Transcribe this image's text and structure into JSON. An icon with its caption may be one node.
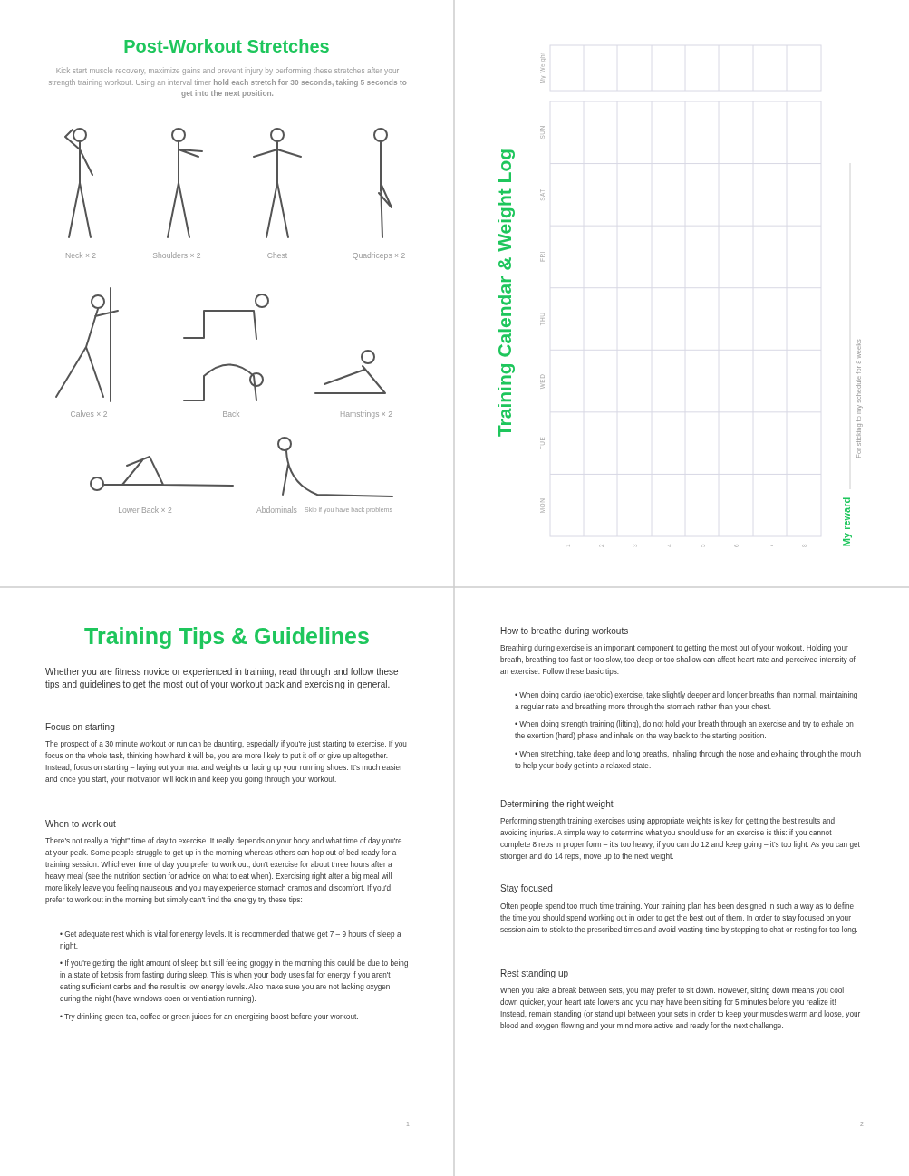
{
  "diagram": {
    "labels": [
      "Post-Workout Stretches",
      "Kick start muscle recovery, maximize gains and prevent injury by performing these stretches after your strength training workout. Using an interval timer **hold each stretch for 30 seconds, taking 5 seconds to get into the next position.**",
      "Neck × 2",
      "Shoulders × 2",
      "Chest",
      "Quadriceps × 2",
      "Calves × 2",
      "Back",
      "Hamstrings × 2",
      "Lower Back × 2",
      "Abdominals",
      "Skip if you have back problems",
      "Training Calendar & Weight Log",
      "My Weight",
      "SUN",
      "SAT",
      "FRI",
      "THU",
      "WED",
      "TUE",
      "MON",
      "1",
      "2",
      "3",
      "4",
      "5",
      "6",
      "7",
      "8",
      "My reward",
      "For sticking to my schedule for 8 weeks",
      "Training Tips & Guidelines",
      "Whether you are fitness novice or experienced in training, read through and follow these tips and guidelines to get the most out of your workout pack and exercising in general.",
      "Focus on starting",
      "The prospect of a 30 minute workout or run can be daunting, especially if you're just starting to exercise. If you focus on the whole task, thinking how hard it will be, you are more likely to put it off or give up altogether. Instead, focus on starting – laying out your mat and weights or lacing up your running shoes. It's much easier and once you start, your motivation will kick in and keep you going through your workout.",
      "When to work out",
      "There's not really a “right” time of day to exercise. It really depends on your body and what time of day you're at your peak. Some people struggle to get up in the morning whereas others can hop out of bed ready for a training session. Whichever time of day you prefer to work out, don't exercise for about three hours after a heavy meal (see the nutrition section for advice on what to eat when). Exercising right after a big meal will more likely leave you feeling nauseous and you may experience stomach cramps and discomfort. If you'd prefer to work out in the morning but simply can't find the energy try these tips:",
      "• Get adequate rest which is vital for energy levels. It is recommended that we get 7 – 9 hours of sleep a night.",
      "• If you're getting the right amount of sleep but still feeling groggy in the morning this could be due to being in a state of ketosis from fasting during sleep. This is when your body uses fat for energy if you aren't eating sufficient carbs and the result is low energy levels. Also make sure you are not lacking oxygen during the night (have windows open or ventilation running).",
      "• Try drinking green tea, coffee or green juices for an energizing boost before your workout.",
      "1",
      "How to breathe during workouts",
      "Breathing during exercise is an important component to getting the most out of your workout. Holding your breath, breathing too fast or too slow, too deep or too shallow can affect heart rate and perceived intensity of an exercise. Follow these basic tips:",
      "• When doing cardio (aerobic) exercise, take slightly deeper and longer breaths than normal, maintaining a regular rate and breathing more through the stomach rather than your chest.",
      "• When doing strength training (lifting), do not hold your breath through an exercise and try to exhale on the exertion (hard) phase and inhale on the way back to the starting position.",
      "• When stretching, take deep and long breaths, inhaling through the nose and exhaling through the mouth to help your body get into a relaxed state.",
      "Determining the right weight",
      "Performing strength training exercises using appropriate weights is key for getting the best results and avoiding injuries. A simple way to determine what you should use for an exercise is this: if you cannot complete 8 reps in proper form – it's too heavy; if you can do 12 and keep going – it's too light. As you can get stronger and do 14 reps, move up to the next weight.",
      "Stay focused",
      "Often people spend too much time training. Your training plan has been designed in such a way as to define the time you should spend working out in order to get the best out of them. In order to stay focused on your session aim to stick to the prescribed times and avoid wasting time by stopping to chat or resting for too long.",
      "Rest standing up",
      "When you take a break between sets, you may prefer to sit down. However, sitting down means you cool down quicker, your heart rate lowers and you may have been sitting for 5 minutes before you realize it! Instead, remain standing (or stand up) between your sets in order to keep your muscles warm and loose, your blood and oxygen flowing and your mind more active and ready for the next challenge.",
      "2"
    ]
  }
}
